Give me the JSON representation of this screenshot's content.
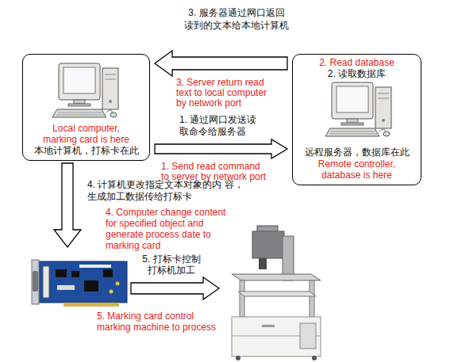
{
  "diagram": {
    "nodes": [
      {
        "text": [
          "Local computer, marking card is here",
          "本地计算机，打标卡在此"
        ]
      },
      {
        "text": [
          "2. Read database",
          "2. 读取数据库",
          "远程服务器，数据库在此",
          "Remote controller, database is here"
        ]
      }
    ],
    "edges": [
      {
        "from": 1,
        "to": 0,
        "arrow": "to"
      },
      {
        "from": 0,
        "to": 1,
        "arrow": "to"
      }
    ],
    "labels": [
      "3. 服务器通过网口返回 读到的文本给本地计算机",
      "3. Server return read text to local computer by network port",
      "1. 通过网口发送读 取命令给服务器",
      "1. Send read command to server by network port",
      "4. 计算机更改指定文本对象的内 容，生成加工数据传给打标卡",
      "4. Computer change content for specified object and generate process date to marking card",
      "5. 打标卡控制 打标机加工",
      "5. Marking card control marking machine to process"
    ]
  }
}
